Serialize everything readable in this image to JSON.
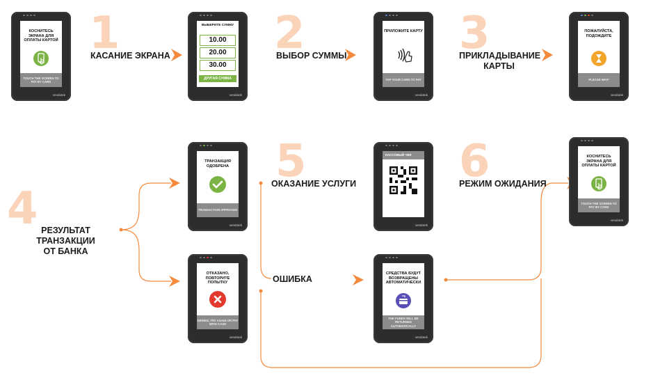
{
  "steps": [
    {
      "number": "1",
      "label": "КАСАНИЕ ЭКРАНА"
    },
    {
      "number": "2",
      "label": "ВЫБОР СУММЫ"
    },
    {
      "number": "3",
      "label": "ПРИКЛАДЫВАНИЕ\nКАРТЫ"
    },
    {
      "number": "4",
      "label": "РЕЗУЛЬТАТ ТРАНЗАКЦИИ\nОТ БАНКА"
    },
    {
      "number": "5",
      "label": "ОКАЗАНИЕ УСЛУГИ"
    },
    {
      "number": "6",
      "label": "РЕЖИМ ОЖИДАНИЯ"
    }
  ],
  "error_label": "ОШИБКА",
  "brand": "vendotek",
  "colors": {
    "accent": "#f58a3c",
    "big_number": "#fbd3b8",
    "green": "#7bb444",
    "orange_icon": "#f2a52a",
    "red": "#e23a2e",
    "purple": "#5a4fb6",
    "device": "#2d2d2d",
    "footer": "#8c8c8c"
  },
  "screens": {
    "touch": {
      "message": "КОСНИТЕСЬ ЭКРАНА ДЛЯ ОПЛАТЫ КАРТОЙ",
      "footer": "TOUCH THE SCREEN TO PAY BY CARD",
      "icon": "hand-touch-phone-icon"
    },
    "amount": {
      "header": "ВЫБЕРИТЕ СУММУ",
      "amounts": [
        "10.00",
        "20.00",
        "30.00"
      ],
      "other": "ДРУГАЯ СУММА"
    },
    "tap": {
      "message": "ПРИЛОЖИТЕ КАРТУ",
      "footer": "TAP YOUR CARD TO PAY",
      "icon": "contactless-icon"
    },
    "wait": {
      "message": "ПОЖАЛУЙСТА, ПОДОЖДИТЕ",
      "footer": "PLEASE WAIT",
      "icon": "hourglass-icon"
    },
    "approved": {
      "message": "ТРАНЗАКЦИЯ ОДОБРЕНА",
      "footer": "TRANSACTION APPROVED",
      "icon": "check-icon"
    },
    "declined": {
      "message": "ОТКАЗАНО, ПОВТОРИТЕ ПОПЫТКУ",
      "footer": "DENIED, TRY AGAIN OR PAY WITH CASH",
      "icon": "cross-icon"
    },
    "receipt": {
      "header": "КАССОВЫЙ ЧЕК",
      "icon": "qr-code-icon"
    },
    "refund": {
      "message": "СРЕДСТВА БУДУТ ВОЗВРАЩЕНЫ АВТОМАТИЧЕСКИ",
      "footer": "THE FUNDS WILL BE RETURNED AUTOMATICALLY",
      "icon": "card-refund-icon"
    },
    "standby": {
      "message": "КОСНИТЕСЬ ЭКРАНА ДЛЯ ОПЛАТЫ КАРТОЙ",
      "footer": "TOUCH THE SCREEN TO PAY BY CARD",
      "icon": "hand-touch-phone-icon"
    }
  }
}
